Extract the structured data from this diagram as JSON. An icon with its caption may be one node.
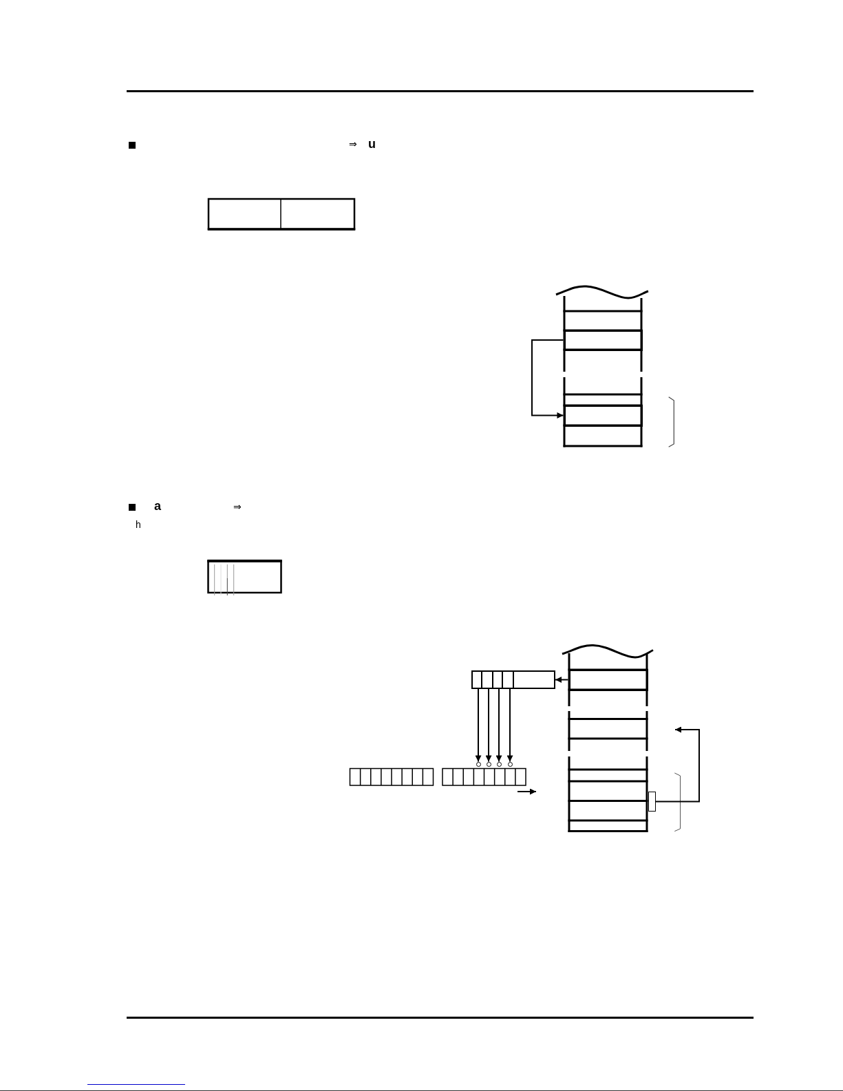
{
  "diagram": {
    "nodes": [
      {
        "text": [],
        "shape": "box"
      },
      {
        "text": [],
        "shape": "box"
      },
      {
        "text": [],
        "shape": "box"
      },
      {
        "text": [],
        "shape": "box",
        "in": 2
      },
      {
        "text": [],
        "shape": "box",
        "in": 2
      },
      {
        "text": [],
        "shape": "box",
        "in": 2
      },
      {
        "text": [],
        "shape": "box",
        "in": 2
      },
      {
        "text": [],
        "shape": "box"
      },
      {
        "text": [],
        "shape": "circle"
      },
      {
        "text": [],
        "shape": "circle"
      },
      {
        "text": [],
        "shape": "circle"
      },
      {
        "text": [],
        "shape": "circle"
      },
      {
        "text": [],
        "shape": "box"
      }
    ],
    "edges": [
      {
        "from": 0,
        "to": 1,
        "arrow": "to"
      },
      {
        "from": 7,
        "to": 2,
        "arrow": "to"
      },
      {
        "from": 3,
        "to": 8,
        "arrow": "to"
      },
      {
        "from": 4,
        "to": 9,
        "arrow": "to"
      },
      {
        "from": 5,
        "to": 10,
        "arrow": "to"
      },
      {
        "from": 6,
        "to": 11,
        "arrow": "to"
      },
      {
        "from": 12,
        "to": null,
        "arrow": "to"
      }
    ],
    "labels": [
      "⇒",
      "u",
      "a",
      "⇒",
      "h"
    ]
  }
}
